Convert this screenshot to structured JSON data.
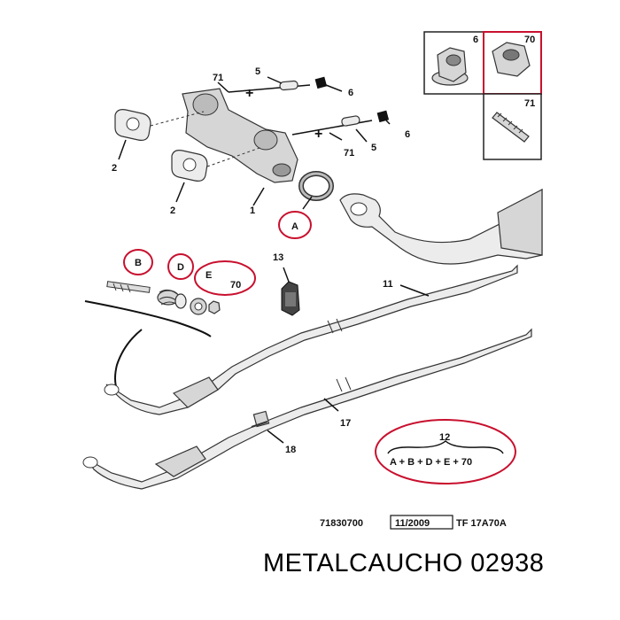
{
  "labels": {
    "manifold": "1",
    "gasket_upper": "2",
    "gasket_lower": "2",
    "stud_spacer_upper": "5",
    "stud_spacer_lower": "5",
    "nut_upper": "6",
    "nut_lower": "6",
    "stud_upper": "71",
    "stud_lower": "71",
    "mount": "13",
    "front_pipe": "11",
    "rear_pipe": "17",
    "clamp": "18",
    "ring_a": "A",
    "part_b": "B",
    "part_d": "D",
    "part_e": "E",
    "part_70": "70"
  },
  "inset": {
    "nut_label": "6",
    "highlighted_nut_label": "70",
    "stud_label": "71"
  },
  "kit": {
    "number": "12",
    "formula": "A + B + D + E + 70"
  },
  "reference": {
    "part_no": "71830700",
    "date": "11/2009",
    "code": "TF 17A70A"
  },
  "brand_line": "METALCAUCHO 02938",
  "colors": {
    "highlight_red": "#c8102e",
    "line": "#333333"
  }
}
